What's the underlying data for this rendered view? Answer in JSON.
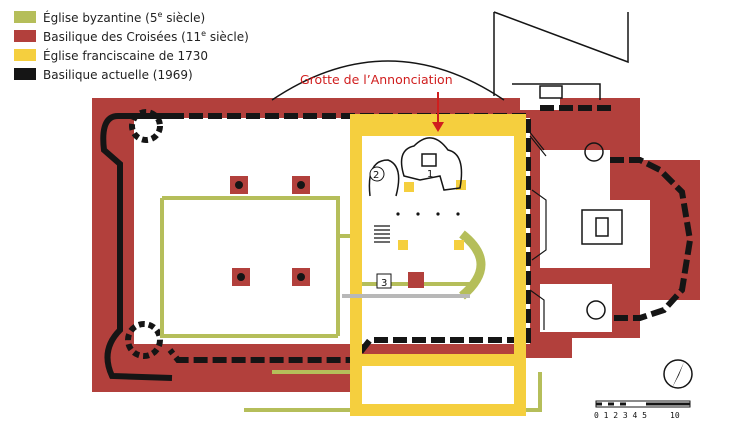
{
  "colors": {
    "byzantine": "#b5be5a",
    "crusader": "#b2403c",
    "franciscan": "#f5cf3e",
    "modern": "#151515",
    "grotto_callout": "#d01e1e"
  },
  "legend": [
    {
      "label_pre": "Église byzantine (5",
      "sup": "e",
      "label_post": " siècle)",
      "color": "#b5be5a"
    },
    {
      "label_pre": "Basilique des Croisées (11",
      "sup": "e",
      "label_post": " siècle)",
      "color": "#b2403c"
    },
    {
      "label_pre": "Église franciscaine de 1730",
      "sup": "",
      "label_post": "",
      "color": "#f5cf3e"
    },
    {
      "label_pre": "Basilique actuelle (1969)",
      "sup": "",
      "label_post": "",
      "color": "#151515"
    }
  ],
  "callout": {
    "text": "Grotte de l’Annonciation"
  },
  "markers": [
    "1",
    "2",
    "3"
  ],
  "scale": {
    "ticks": "0 1 2 3 4 5",
    "end_label": "10"
  },
  "compass": {
    "icon": "compass-arrow-icon"
  }
}
